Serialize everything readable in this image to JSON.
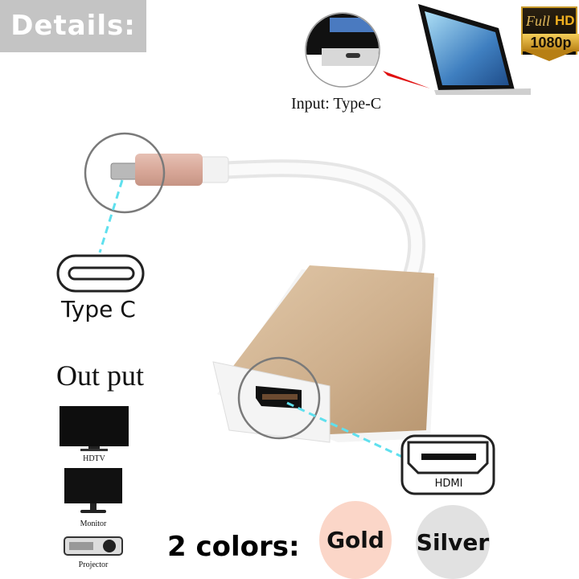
{
  "header": {
    "details_label": "Details:"
  },
  "input_section": {
    "caption": "Input: Type-C",
    "badge": {
      "full": "Full",
      "hd": "HD",
      "resolution": "1080p"
    }
  },
  "connectors": {
    "type_c_label": "Type C",
    "hdmi_label": "HDMI"
  },
  "output_section": {
    "title": "Out put",
    "devices": [
      {
        "label": "HDTV",
        "icon": "hdtv-icon"
      },
      {
        "label": "Monitor",
        "icon": "monitor-icon"
      },
      {
        "label": "Projector",
        "icon": "projector-icon"
      }
    ]
  },
  "colors_section": {
    "title": "2 colors:",
    "options": [
      {
        "label": "Gold",
        "color": "#fbd6c8"
      },
      {
        "label": "Silver",
        "color": "#e1e1e1"
      }
    ]
  },
  "accents": {
    "banner_bg": "#c4c4c4",
    "dash_line": "#5fe0ee",
    "zoom_circle": "#7a7a7a",
    "adapter_gold": "#cfb08e",
    "pointer_red": "#e01010"
  }
}
